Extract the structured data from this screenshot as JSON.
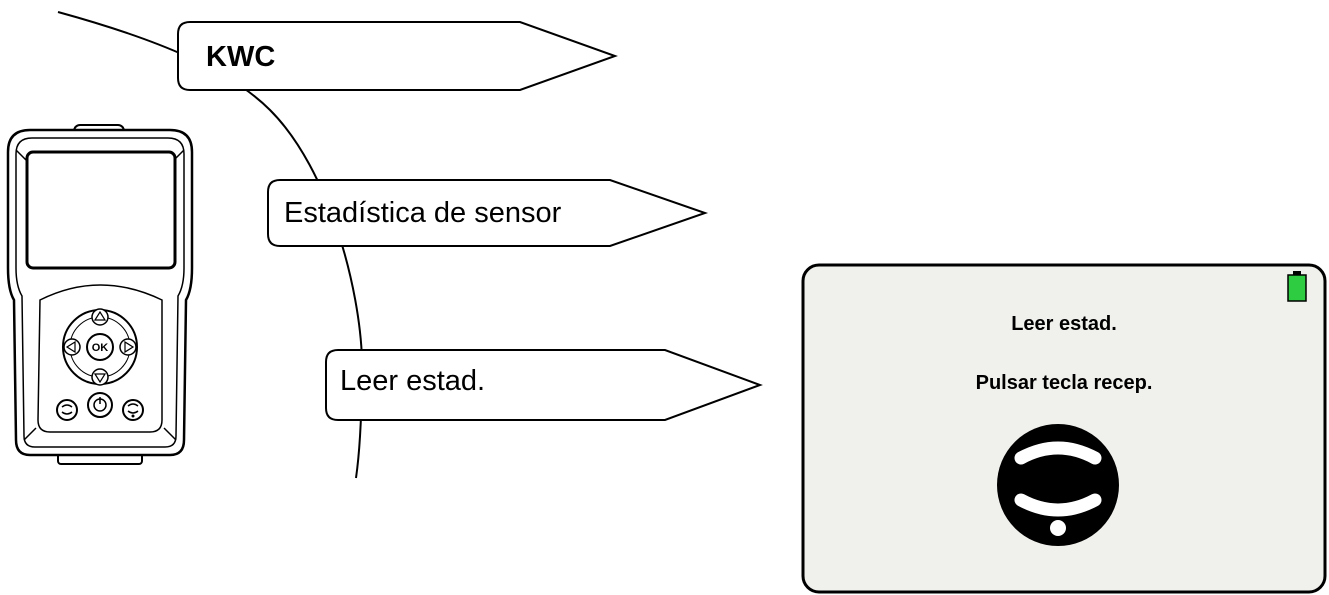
{
  "menu": {
    "level1_label": "KWC",
    "level2_label": "Estadística de sensor",
    "level3_label": "Leer estad."
  },
  "device": {
    "ok_label": "OK"
  },
  "screen": {
    "title": "Leer estad.",
    "instruction": "Pulsar tecla recep.",
    "battery_color": "#2ecc40",
    "receive_icon": "receive-signal-icon"
  }
}
